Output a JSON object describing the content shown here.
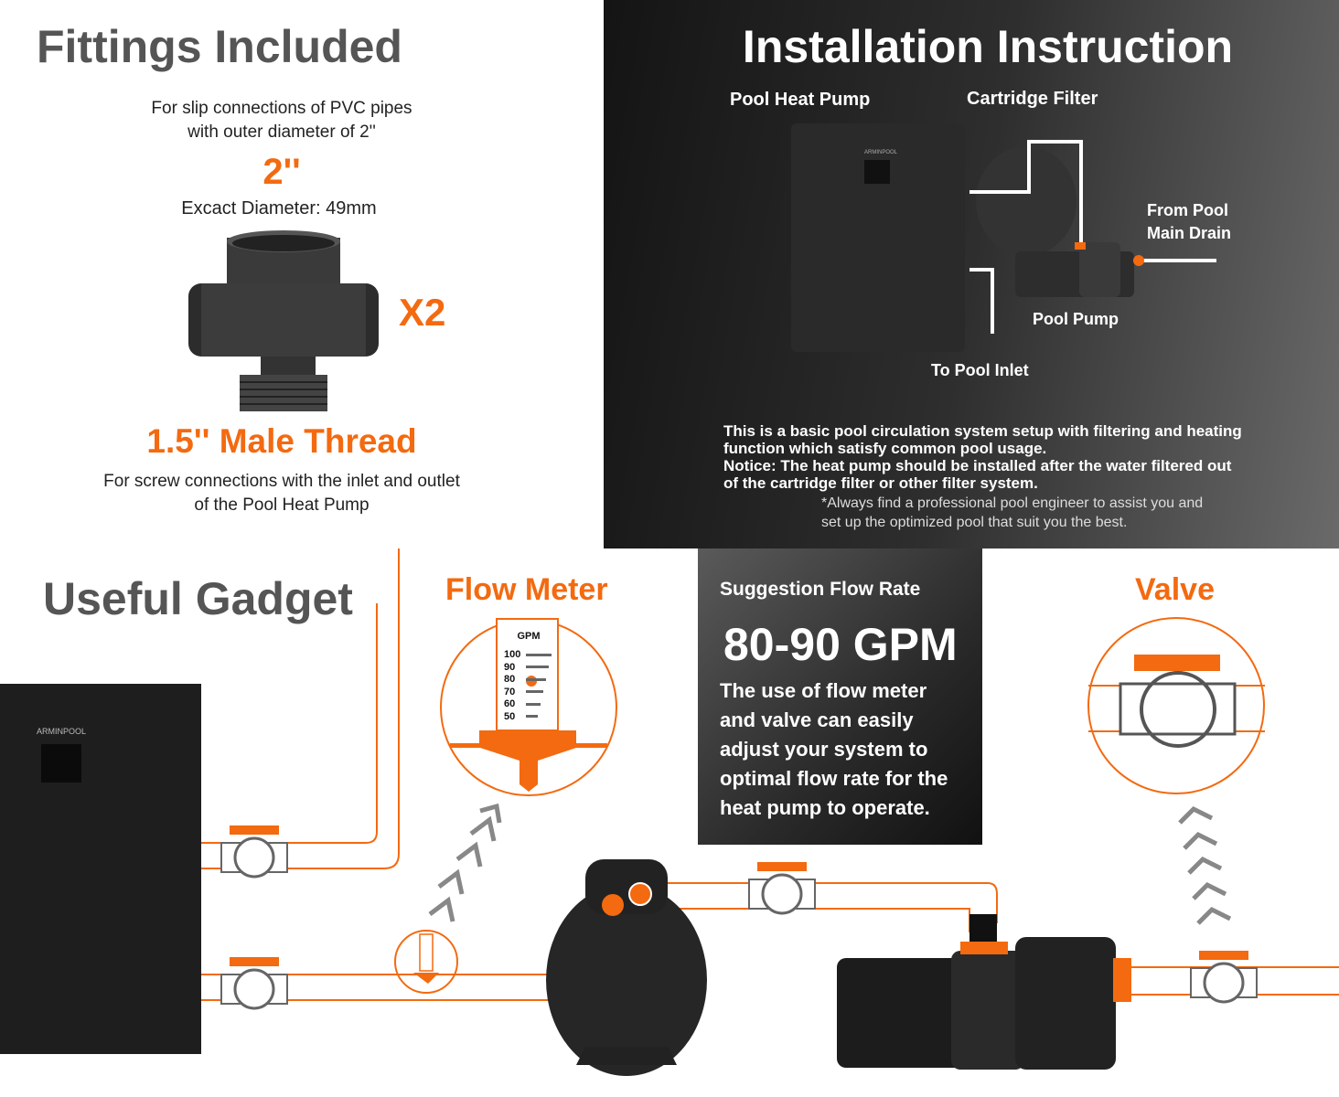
{
  "fittings": {
    "title": "Fittings Included",
    "desc1": "For slip connections of PVC pipes",
    "desc2": "with outer diameter of 2''",
    "size": "2''",
    "exact": "Excact Diameter: 49mm",
    "qty": "X2",
    "thread": "1.5'' Male Thread",
    "thread_desc1": "For screw connections with the inlet and outlet",
    "thread_desc2": "of the Pool Heat Pump"
  },
  "install": {
    "title": "Installation Instruction",
    "labels": {
      "heat_pump": "Pool Heat Pump",
      "filter": "Cartridge Filter",
      "drain1": "From Pool",
      "drain2": "Main Drain",
      "pump": "Pool Pump",
      "inlet": "To Pool Inlet"
    },
    "brand": "ARMINPOOL",
    "note1": "This is a basic pool circulation system setup with filtering and heating",
    "note2": "function which satisfy common pool usage.",
    "note3": "Notice: The heat pump should be installed after the water filtered out",
    "note4": "of the cartridge filter or other filter system.",
    "disclaimer1": "*Always find a professional pool engineer to assist you and",
    "disclaimer2": "set up the optimized pool that suit you the best."
  },
  "gadget": {
    "title": "Useful Gadget",
    "flow_meter": "Flow Meter",
    "valve": "Valve",
    "gauge": {
      "unit": "GPM",
      "ticks": [
        "100",
        "90",
        "80",
        "70",
        "60",
        "50"
      ],
      "reading": 80
    }
  },
  "flow": {
    "heading": "Suggestion Flow Rate",
    "rate": "80-90 GPM",
    "l1": "The use of flow meter",
    "l2": "and valve can easily",
    "l3": "adjust your system to",
    "l4": "optimal flow rate for the",
    "l5": "heat pump to operate."
  },
  "colors": {
    "accent": "#f36a10",
    "dark": "#1e1e1e"
  }
}
